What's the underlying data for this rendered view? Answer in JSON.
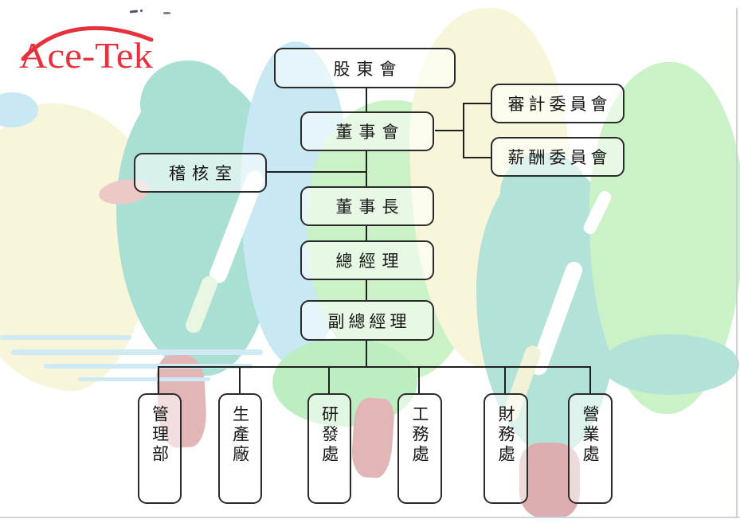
{
  "logo": {
    "text": "Ace-Tek"
  },
  "palette": {
    "logo_red": "#e5323c",
    "teal": "#aadfd4",
    "light_green": "#cbf2c6",
    "bright_green": "#bdeec2",
    "pale_yellow": "#f7f5da",
    "light_blue": "#c8e9f4",
    "pink_trunk": "#e2b6b6",
    "water_blue": "#cfeaf4",
    "box_border": "#2b2b2b",
    "connector": "#1f1f1f",
    "frame_bottom": "#ccd6e3",
    "frame_right": "#ccd0d8"
  },
  "org_chart": {
    "nodes": {
      "shareholders": "股東會",
      "board": "董事會",
      "audit_committee": "審計委員會",
      "compensation_committee": "薪酬委員會",
      "audit_office": "稽核室",
      "chairman": "董事長",
      "general_manager": "總經理",
      "deputy_general_manager": "副總經理",
      "management_dept": "管理部",
      "production_plant": "生產廠",
      "rd_office": "研發處",
      "engineering_office": "工務處",
      "finance_office": "財務處",
      "sales_office": "營業處"
    }
  }
}
